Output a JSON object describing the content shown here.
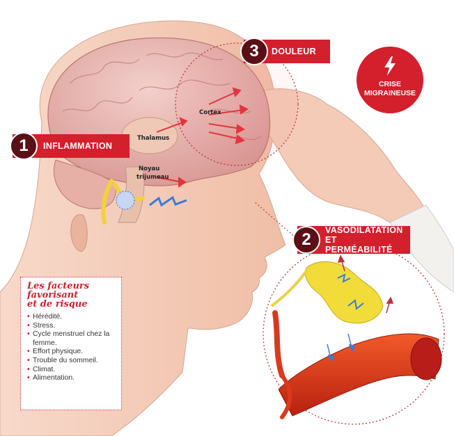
{
  "steps": [
    {
      "number": "1",
      "label": "INFLAMMATION"
    },
    {
      "number": "2",
      "label_line1": "VASODILATATION",
      "label_line2": "ET PERMÉABILITÉ"
    },
    {
      "number": "3",
      "label": "DOULEUR"
    }
  ],
  "badge": {
    "line1": "CRISE",
    "line2": "MIGRAINEUSE",
    "icon": "lightning-bolt-icon"
  },
  "brain_labels": {
    "cortex": "Cortex",
    "thalamus": "Thalamus",
    "noyau_line1": "Noyau",
    "noyau_line2": "trijumeau"
  },
  "risk_factors": {
    "title_line1": "Les facteurs",
    "title_line2": "favorisant",
    "title_line3": "et de risque",
    "items": [
      "Hérédité.",
      "Stress.",
      "Cycle menstruel chez la femme.",
      "Effort physique.",
      "Trouble du sommeil.",
      "Climat.",
      "Alimentation."
    ]
  },
  "colors": {
    "accent": "#d41f2c",
    "number_circle": "#5b0f16",
    "skin": "#f4c9b5",
    "brain": "#e9b7b4",
    "vessel": "#d93a1c",
    "nerve": "#f2d23a"
  }
}
